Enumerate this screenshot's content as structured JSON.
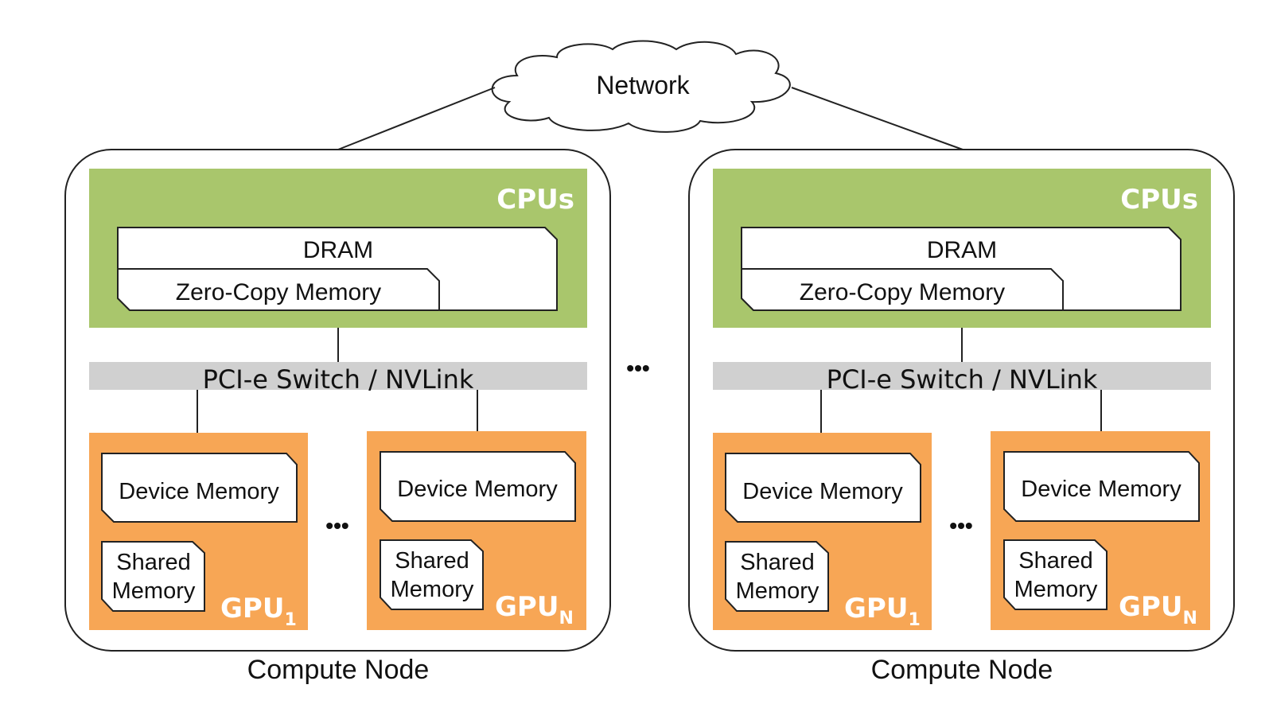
{
  "network": {
    "label": "Network"
  },
  "nodes": [
    {
      "caption": "Compute Node",
      "cpu_label": "CPUs",
      "dram_label": "DRAM",
      "zero_copy_label": "Zero-Copy Memory",
      "interconnect_label": "PCI-e Switch / NVLink",
      "gpus": [
        {
          "device_memory": "Device Memory",
          "shared_line1": "Shared",
          "shared_line2": "Memory",
          "name": "GPU",
          "sub": "1"
        },
        {
          "device_memory": "Device Memory",
          "shared_line1": "Shared",
          "shared_line2": "Memory",
          "name": "GPU",
          "sub": "N"
        }
      ],
      "gpu_ellipsis": "•••"
    },
    {
      "caption": "Compute Node",
      "cpu_label": "CPUs",
      "dram_label": "DRAM",
      "zero_copy_label": "Zero-Copy Memory",
      "interconnect_label": "PCI-e Switch / NVLink",
      "gpus": [
        {
          "device_memory": "Device Memory",
          "shared_line1": "Shared",
          "shared_line2": "Memory",
          "name": "GPU",
          "sub": "1"
        },
        {
          "device_memory": "Device Memory",
          "shared_line1": "Shared",
          "shared_line2": "Memory",
          "name": "GPU",
          "sub": "N"
        }
      ],
      "gpu_ellipsis": "•••"
    }
  ],
  "node_ellipsis": "•••",
  "colors": {
    "cpu_green": "#a9c66c",
    "gpu_orange": "#f7a655",
    "switch_gray": "#d0d0d0",
    "outline": "#222222"
  }
}
